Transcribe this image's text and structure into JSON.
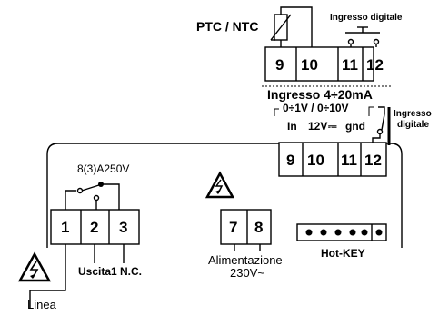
{
  "top_block": {
    "title": "PTC / NTC",
    "digital_input_label": "Ingresso digitale",
    "terminals": [
      "9",
      "10",
      "11",
      "12"
    ]
  },
  "mid_block": {
    "title": "Ingresso 4÷20mA",
    "subtitle": "0÷1V / 0÷10V",
    "pin_labels": [
      "In",
      "12V",
      "gnd"
    ],
    "dc_symbol": "⎓",
    "digital_input_label_line1": "Ingresso",
    "digital_input_label_line2": "digitale",
    "terminals": [
      "9",
      "10",
      "11",
      "12"
    ]
  },
  "relay": {
    "rating": "8(3)A250V",
    "terminals": [
      "1",
      "2",
      "3"
    ],
    "line_label": "Linea",
    "output_label": "Uscita1",
    "nc_label": "N.C."
  },
  "power": {
    "terminals": [
      "7",
      "8"
    ],
    "label": "Alimentazione",
    "voltage": "230V~"
  },
  "hotkey": {
    "label": "Hot-KEY"
  }
}
